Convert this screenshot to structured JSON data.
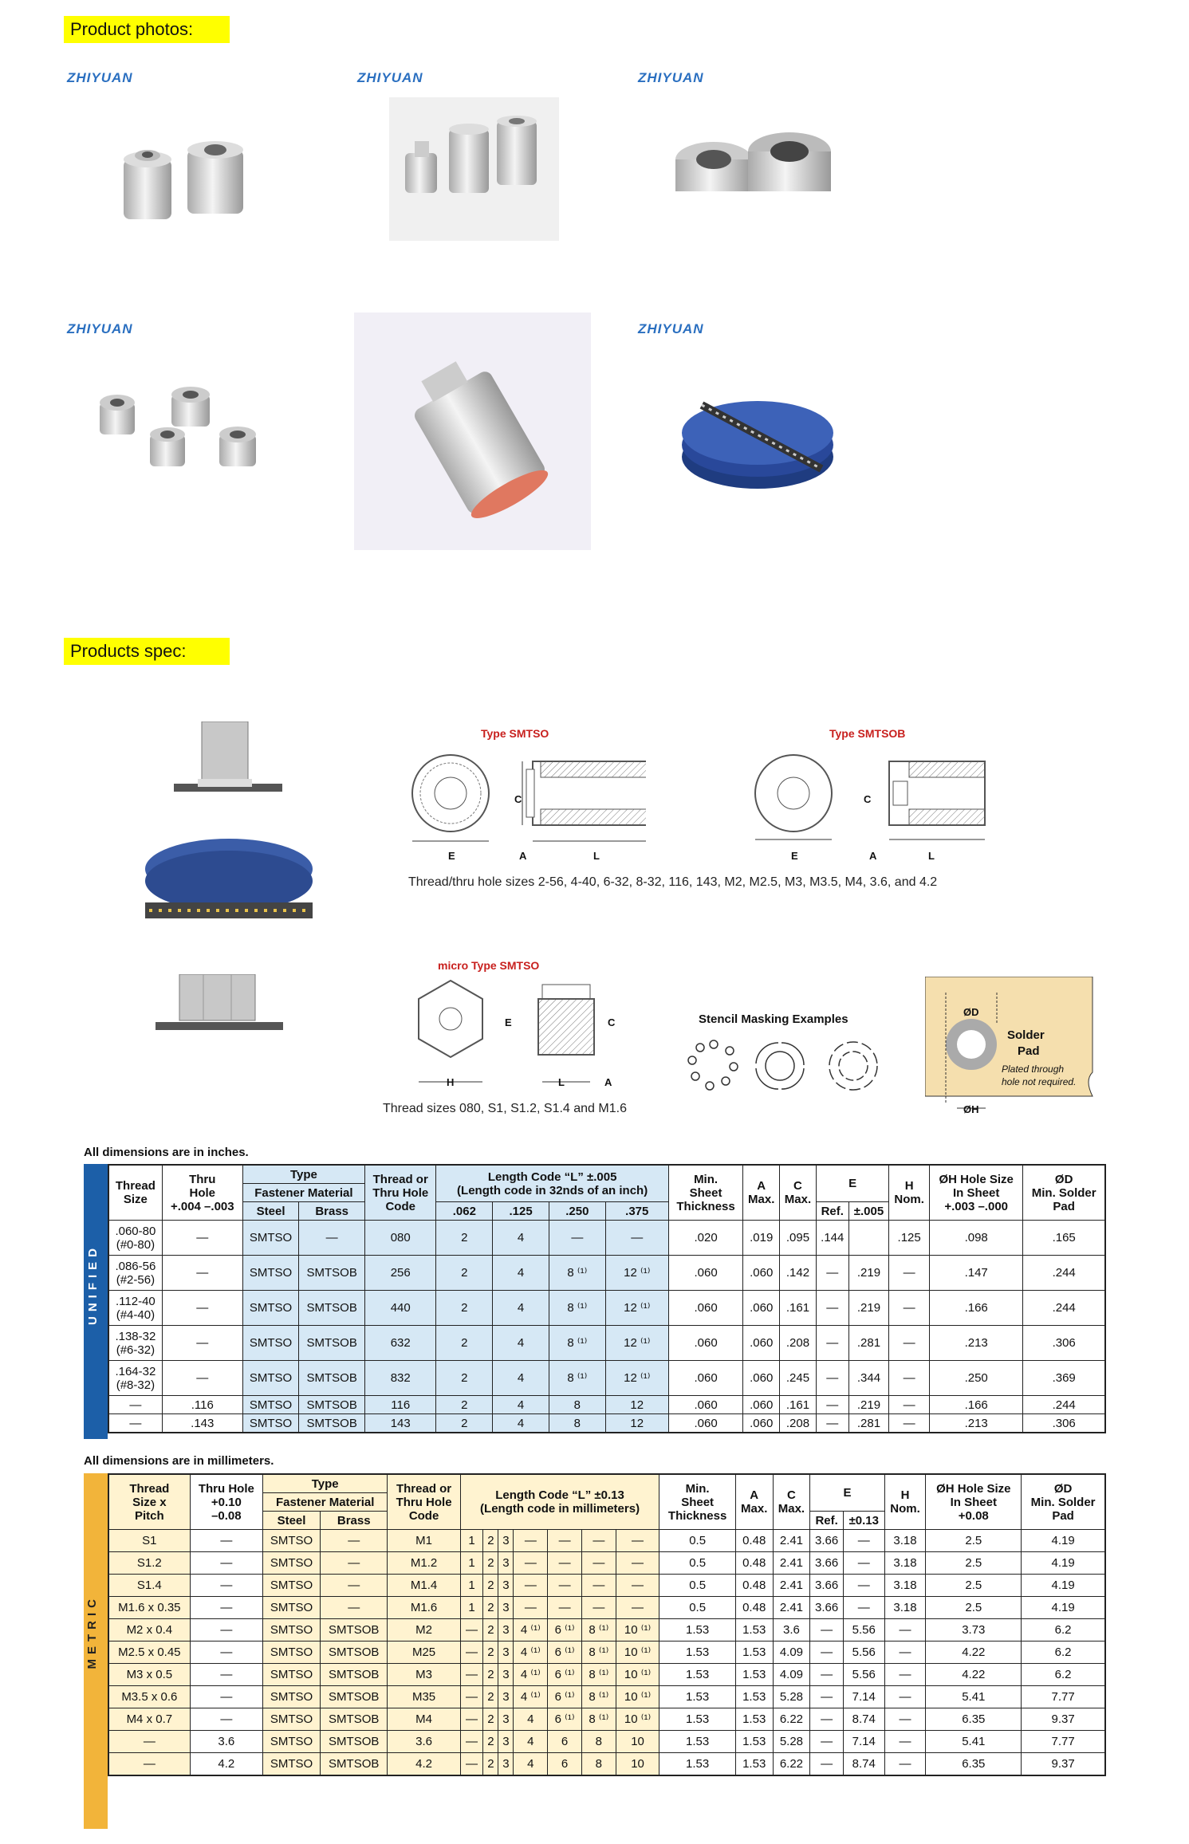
{
  "labels": {
    "photos": "Product photos:",
    "spec": "Products spec:"
  },
  "logo": "ZHIYUAN",
  "spec": {
    "type_smtso": "Type SMTSO",
    "type_smtsob": "Type SMTSOB",
    "thread_caption": "Thread/thru hole sizes 2-56, 4-40, 6-32, 8-32, 116, 143, M2, M2.5, M3, M3.5, M4, 3.6, and 4.2",
    "micro_title": "micro Type SMTSO",
    "micro_caption": "Thread sizes 080, S1, S1.2, S1.4 and M1.6",
    "stencil_title": "Stencil Masking Examples",
    "pad_od": "ØD",
    "pad_oh": "ØH",
    "pad_solder": "Solder",
    "pad_pad": "Pad",
    "pad_note1": "Plated through",
    "pad_note2": "hole not required.",
    "letters": {
      "c": "C",
      "e": "E",
      "a": "A",
      "l": "L",
      "h": "H"
    }
  },
  "unified": {
    "note": "All dimensions are in inches.",
    "side": "UNIFIED",
    "h": {
      "thread": "Thread",
      "size": "Size",
      "thru": "Thru",
      "hole": "Hole",
      "tol": "+.004 –.003",
      "type": "Type",
      "fm": "Fastener Material",
      "steel": "Steel",
      "brass": "Brass",
      "toth": "Thread or",
      "thruhole": "Thru Hole",
      "code": "Code",
      "len1": "Length Code “L” ±.005",
      "len2": "(Length code in 32nds of an inch)",
      "l1": ".062",
      "l2": ".125",
      "l3": ".250",
      "l4": ".375",
      "min": "Min.",
      "sheet": "Sheet",
      "thick": "Thickness",
      "a": "A",
      "c": "C",
      "max": "Max.",
      "e": "E",
      "ref": "Ref.",
      "etol": "±.005",
      "hh": "H",
      "nom": "Nom.",
      "oh": "ØH  Hole Size",
      "insheet": "In Sheet",
      "ohtol": "+.003 –.000",
      "od": "ØD",
      "minsolder": "Min. Solder",
      "pad": "Pad"
    },
    "rows": [
      [
        ".060-80",
        "(#0-80)",
        "—",
        "SMTSO",
        "—",
        "080",
        "2",
        "4",
        "—",
        "—",
        ".020",
        ".019",
        ".095",
        ".144",
        "",
        ".125",
        ".098",
        ".165"
      ],
      [
        ".086-56",
        "(#2-56)",
        "—",
        "SMTSO",
        "SMTSOB",
        "256",
        "2",
        "4",
        "8 ⁽¹⁾",
        "12 ⁽¹⁾",
        ".060",
        ".060",
        ".142",
        "—",
        ".219",
        "—",
        ".147",
        ".244"
      ],
      [
        ".112-40",
        "(#4-40)",
        "—",
        "SMTSO",
        "SMTSOB",
        "440",
        "2",
        "4",
        "8 ⁽¹⁾",
        "12 ⁽¹⁾",
        ".060",
        ".060",
        ".161",
        "—",
        ".219",
        "—",
        ".166",
        ".244"
      ],
      [
        ".138-32",
        "(#6-32)",
        "—",
        "SMTSO",
        "SMTSOB",
        "632",
        "2",
        "4",
        "8 ⁽¹⁾",
        "12 ⁽¹⁾",
        ".060",
        ".060",
        ".208",
        "—",
        ".281",
        "—",
        ".213",
        ".306"
      ],
      [
        ".164-32",
        "(#8-32)",
        "—",
        "SMTSO",
        "SMTSOB",
        "832",
        "2",
        "4",
        "8 ⁽¹⁾",
        "12 ⁽¹⁾",
        ".060",
        ".060",
        ".245",
        "—",
        ".344",
        "—",
        ".250",
        ".369"
      ],
      [
        "—",
        "",
        ".116",
        "SMTSO",
        "SMTSOB",
        "116",
        "2",
        "4",
        "8",
        "12",
        ".060",
        ".060",
        ".161",
        "—",
        ".219",
        "—",
        ".166",
        ".244"
      ],
      [
        "—",
        "",
        ".143",
        "SMTSO",
        "SMTSOB",
        "143",
        "2",
        "4",
        "8",
        "12",
        ".060",
        ".060",
        ".208",
        "—",
        ".281",
        "—",
        ".213",
        ".306"
      ]
    ]
  },
  "metric": {
    "note": "All dimensions are in millimeters.",
    "side": "METRIC",
    "h": {
      "thread": "Thread",
      "sizex": "Size x",
      "pitch": "Pitch",
      "thruhole": "Thru Hole",
      "tol1": "+0.10",
      "tol2": "–0.08",
      "type": "Type",
      "fm": "Fastener Material",
      "steel": "Steel",
      "brass": "Brass",
      "toth": "Thread or",
      "thru": "Thru Hole",
      "code": "Code",
      "len1": "Length Code “L” ±0.13",
      "len2": "(Length code in millimeters)",
      "min": "Min.",
      "sheet": "Sheet",
      "thick": "Thickness",
      "a": "A",
      "c": "C",
      "max": "Max.",
      "e": "E",
      "ref": "Ref.",
      "etol": "±0.13",
      "hh": "H",
      "nom": "Nom.",
      "oh": "ØH  Hole Size",
      "insheet": "In Sheet",
      "ohtol": "+0.08",
      "od": "ØD",
      "minsolder": "Min. Solder",
      "pad": "Pad"
    },
    "rows": [
      [
        "S1",
        "—",
        "SMTSO",
        "—",
        "M1",
        "1",
        "2",
        "3",
        "—",
        "—",
        "—",
        "—",
        "0.5",
        "0.48",
        "2.41",
        "3.66",
        "—",
        "3.18",
        "2.5",
        "4.19"
      ],
      [
        "S1.2",
        "—",
        "SMTSO",
        "—",
        "M1.2",
        "1",
        "2",
        "3",
        "—",
        "—",
        "—",
        "—",
        "0.5",
        "0.48",
        "2.41",
        "3.66",
        "—",
        "3.18",
        "2.5",
        "4.19"
      ],
      [
        "S1.4",
        "—",
        "SMTSO",
        "—",
        "M1.4",
        "1",
        "2",
        "3",
        "—",
        "—",
        "—",
        "—",
        "0.5",
        "0.48",
        "2.41",
        "3.66",
        "—",
        "3.18",
        "2.5",
        "4.19"
      ],
      [
        "M1.6 x 0.35",
        "—",
        "SMTSO",
        "—",
        "M1.6",
        "1",
        "2",
        "3",
        "—",
        "—",
        "—",
        "—",
        "0.5",
        "0.48",
        "2.41",
        "3.66",
        "—",
        "3.18",
        "2.5",
        "4.19"
      ],
      [
        "M2 x 0.4",
        "—",
        "SMTSO",
        "SMTSOB",
        "M2",
        "—",
        "2",
        "3",
        "4 ⁽¹⁾",
        "6 ⁽¹⁾",
        "8 ⁽¹⁾",
        "10 ⁽¹⁾",
        "1.53",
        "1.53",
        "3.6",
        "—",
        "5.56",
        "—",
        "3.73",
        "6.2"
      ],
      [
        "M2.5 x 0.45",
        "—",
        "SMTSO",
        "SMTSOB",
        "M25",
        "—",
        "2",
        "3",
        "4 ⁽¹⁾",
        "6 ⁽¹⁾",
        "8 ⁽¹⁾",
        "10 ⁽¹⁾",
        "1.53",
        "1.53",
        "4.09",
        "—",
        "5.56",
        "—",
        "4.22",
        "6.2"
      ],
      [
        "M3 x 0.5",
        "—",
        "SMTSO",
        "SMTSOB",
        "M3",
        "—",
        "2",
        "3",
        "4 ⁽¹⁾",
        "6 ⁽¹⁾",
        "8 ⁽¹⁾",
        "10 ⁽¹⁾",
        "1.53",
        "1.53",
        "4.09",
        "—",
        "5.56",
        "—",
        "4.22",
        "6.2"
      ],
      [
        "M3.5 x 0.6",
        "—",
        "SMTSO",
        "SMTSOB",
        "M35",
        "—",
        "2",
        "3",
        "4 ⁽¹⁾",
        "6 ⁽¹⁾",
        "8 ⁽¹⁾",
        "10 ⁽¹⁾",
        "1.53",
        "1.53",
        "5.28",
        "—",
        "7.14",
        "—",
        "5.41",
        "7.77"
      ],
      [
        "M4 x 0.7",
        "—",
        "SMTSO",
        "SMTSOB",
        "M4",
        "—",
        "2",
        "3",
        "4",
        "6 ⁽¹⁾",
        "8 ⁽¹⁾",
        "10 ⁽¹⁾",
        "1.53",
        "1.53",
        "6.22",
        "—",
        "8.74",
        "—",
        "6.35",
        "9.37"
      ],
      [
        "—",
        "3.6",
        "SMTSO",
        "SMTSOB",
        "3.6",
        "—",
        "2",
        "3",
        "4",
        "6",
        "8",
        "10",
        "1.53",
        "1.53",
        "5.28",
        "—",
        "7.14",
        "—",
        "5.41",
        "7.77"
      ],
      [
        "—",
        "4.2",
        "SMTSO",
        "SMTSOB",
        "4.2",
        "—",
        "2",
        "3",
        "4",
        "6",
        "8",
        "10",
        "1.53",
        "1.53",
        "6.22",
        "—",
        "8.74",
        "—",
        "6.35",
        "9.37"
      ]
    ]
  }
}
